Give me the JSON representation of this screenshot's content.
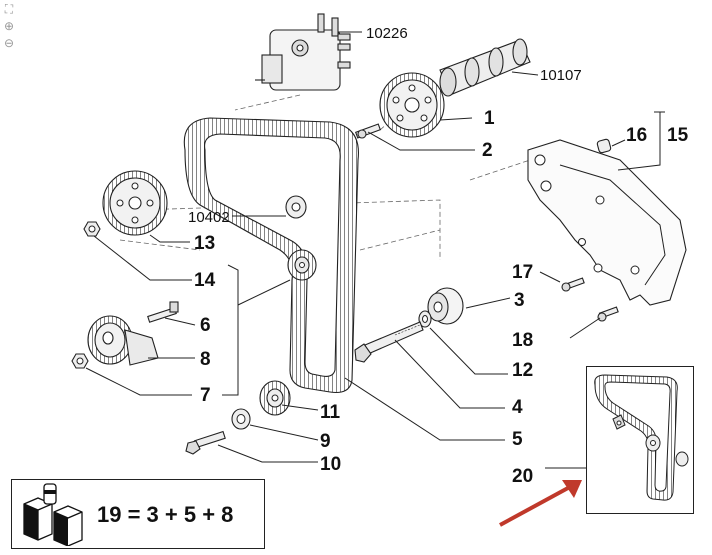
{
  "toolbar": {
    "icons": [
      "fit-page-icon",
      "zoom-in-icon",
      "zoom-out-icon"
    ]
  },
  "callouts": {
    "c1": "1",
    "c2": "2",
    "c3": "3",
    "c4": "4",
    "c5": "5",
    "c6": "6",
    "c7": "7",
    "c8": "8",
    "c9": "9",
    "c10": "10",
    "c11": "11",
    "c12": "12",
    "c13": "13",
    "c14": "14",
    "c15": "15",
    "c16": "16",
    "c17": "17",
    "c18": "18",
    "c20": "20"
  },
  "references": {
    "r10226": "10226",
    "r10107": "10107",
    "r10402": "10402"
  },
  "kit": {
    "formula": "19 = 3 + 5 + 8"
  },
  "colors": {
    "arrow": "#c0392b",
    "line": "#222222"
  }
}
